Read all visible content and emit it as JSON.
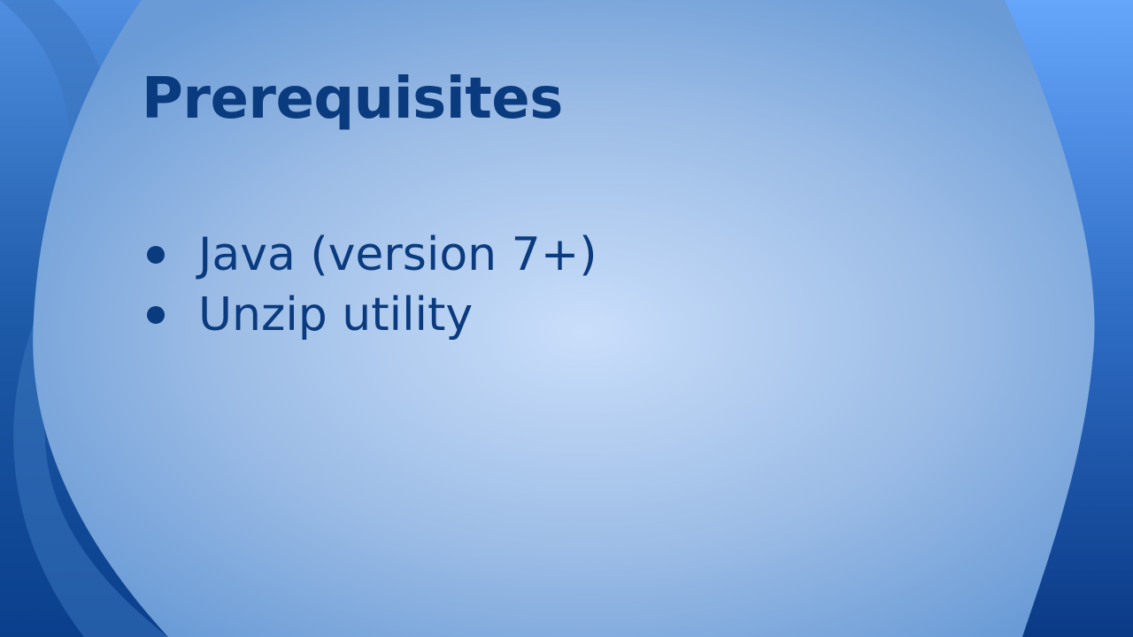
{
  "slide": {
    "title": "Prerequisites",
    "bullets": [
      {
        "text": "Java (version 7+)"
      },
      {
        "text": "Unzip utility"
      }
    ]
  },
  "colors": {
    "text": "#0b3b7f",
    "center_glow": "#c9defa",
    "side_dark": "#0a3f8c",
    "side_light": "#5c9bf0"
  }
}
